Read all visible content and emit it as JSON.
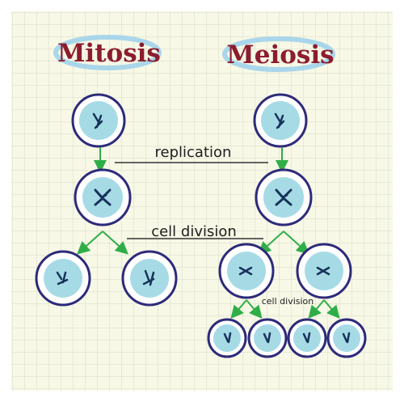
{
  "titles": {
    "left": "Mitosis",
    "right": "Meiosis"
  },
  "labels": {
    "replication": "replication",
    "cell_division": "cell division",
    "cell_division_small": "cell division"
  },
  "colors": {
    "paper": "#f7f8e6",
    "grid": "#d7dcc8",
    "cell_ring": "#2e2a7a",
    "nucleus": "#a6dbe6",
    "chromosome": "#17325a",
    "arrow": "#2fae48",
    "title_text": "#8c1d2e",
    "title_swoosh": "#a9d6ea",
    "line": "#333333"
  }
}
